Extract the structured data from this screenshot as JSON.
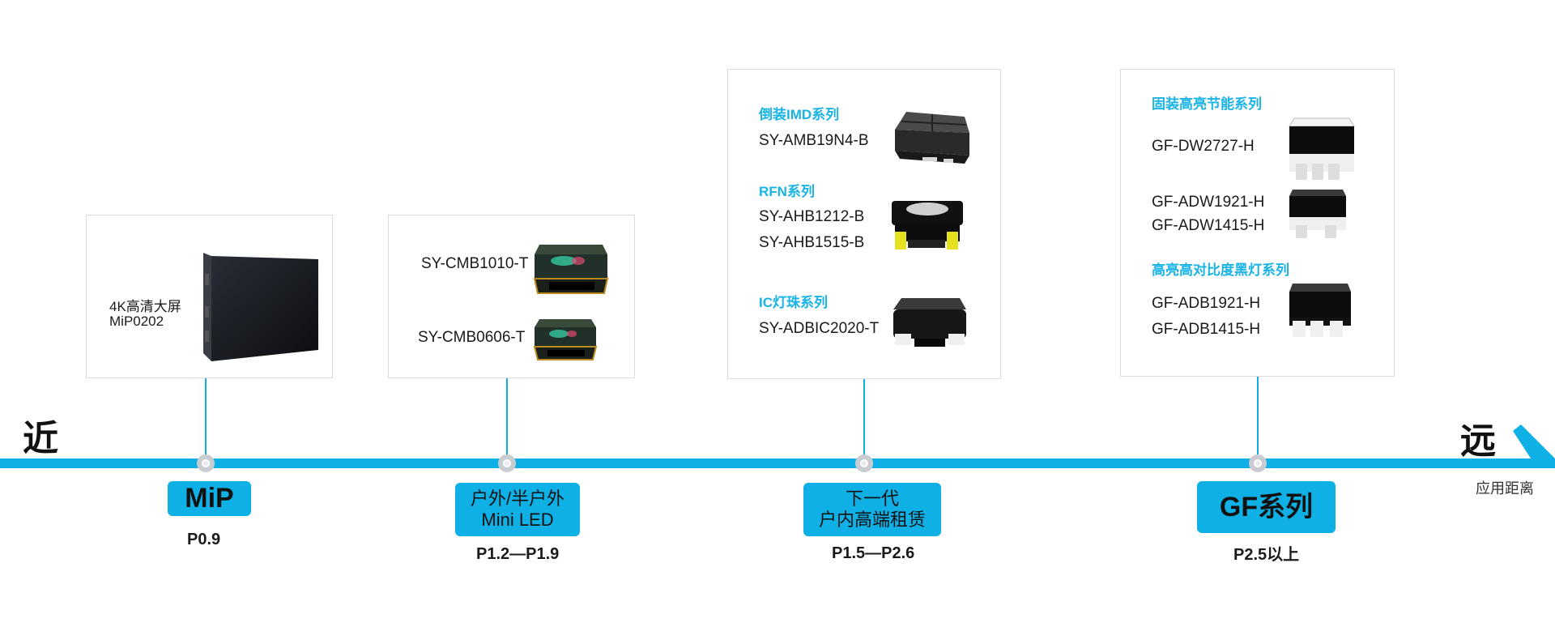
{
  "axis": {
    "near_label": "近",
    "far_label": "远",
    "axis_caption": "应用距离",
    "color": "#0fb0e6"
  },
  "stages": [
    {
      "tag": "MiP",
      "pitch": "P0.9",
      "card": {
        "lines": [
          "4K高清大屏",
          "MiP0202"
        ]
      }
    },
    {
      "tag_lines": [
        "户外/半户外",
        "Mini LED"
      ],
      "pitch": "P1.2—P1.9",
      "card": {
        "models": [
          "SY-CMB1010-T",
          "SY-CMB0606-T"
        ]
      }
    },
    {
      "tag_lines": [
        "下一代",
        "户内高端租赁"
      ],
      "pitch": "P1.5—P2.6",
      "card": {
        "groups": [
          {
            "series": "倒装IMD系列",
            "models": [
              "SY-AMB19N4-B"
            ]
          },
          {
            "series": "RFN系列",
            "models": [
              "SY-AHB1212-B",
              "SY-AHB1515-B"
            ]
          },
          {
            "series": "IC灯珠系列",
            "models": [
              "SY-ADBIC2020-T"
            ]
          }
        ]
      }
    },
    {
      "tag": "GF系列",
      "pitch": "P2.5以上",
      "card": {
        "groups": [
          {
            "series": "固装高亮节能系列",
            "models": [
              "GF-DW2727-H",
              "GF-ADW1921-H",
              "GF-ADW1415-H"
            ]
          },
          {
            "series": "高亮高对比度黑灯系列",
            "models": [
              "GF-ADB1921-H",
              "GF-ADB1415-H"
            ]
          }
        ]
      }
    }
  ]
}
